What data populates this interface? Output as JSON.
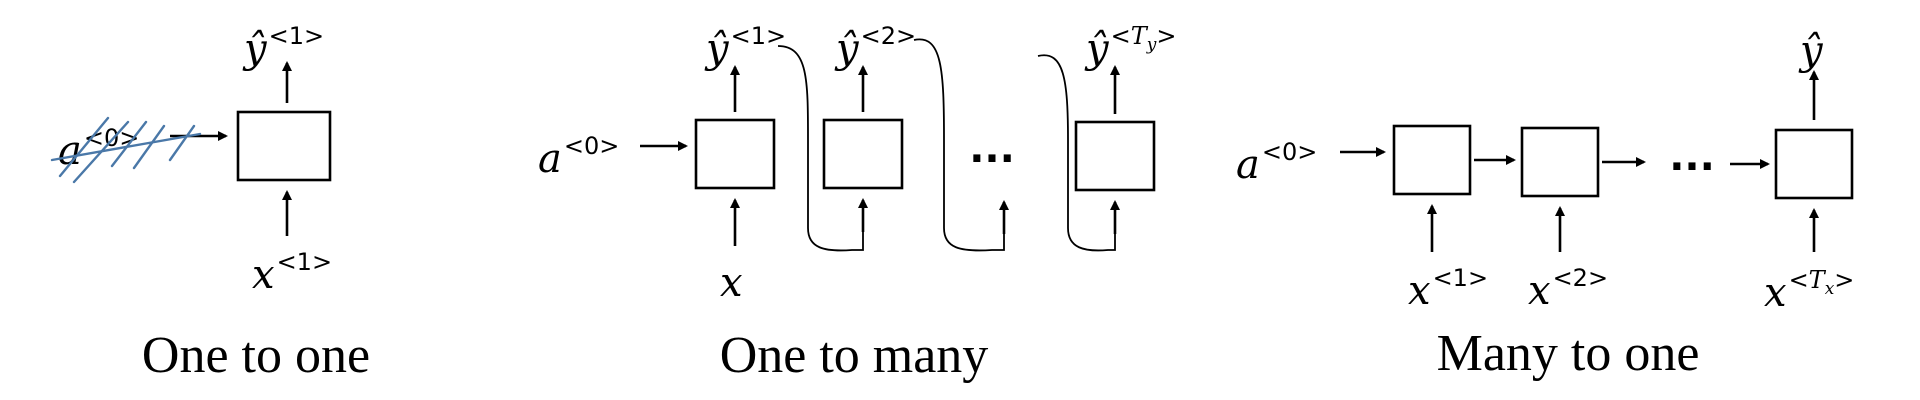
{
  "panels": [
    {
      "caption": "One to one",
      "output": {
        "base": "ŷ",
        "sup": "<1>"
      },
      "initial_state": {
        "base": "a",
        "sup": "<0>",
        "crossed_out": true
      },
      "input": {
        "base": "x",
        "sup": "<1>"
      }
    },
    {
      "caption": "One to many",
      "initial_state": {
        "base": "a",
        "sup": "<0>"
      },
      "input": {
        "base": "x"
      },
      "outputs": [
        {
          "base": "ŷ",
          "sup": "<1>"
        },
        {
          "base": "ŷ",
          "sup": "<2>"
        },
        {
          "base": "ŷ",
          "sup_pre": "<",
          "sup_var": "T",
          "sup_sub": "y",
          "sup_post": ">"
        }
      ],
      "ellipsis": "···"
    },
    {
      "caption": "Many to one",
      "initial_state": {
        "base": "a",
        "sup": "<0>"
      },
      "output": {
        "base": "ŷ"
      },
      "inputs": [
        {
          "base": "x",
          "sup": "<1>"
        },
        {
          "base": "x",
          "sup": "<2>"
        },
        {
          "base": "x",
          "sup_pre": "<",
          "sup_var": "T",
          "sup_sub": "x",
          "sup_post": ">"
        }
      ],
      "ellipsis": "···"
    }
  ],
  "colors": {
    "ink": "#000000",
    "annotation": "#4a78a8",
    "background": "#ffffff"
  }
}
